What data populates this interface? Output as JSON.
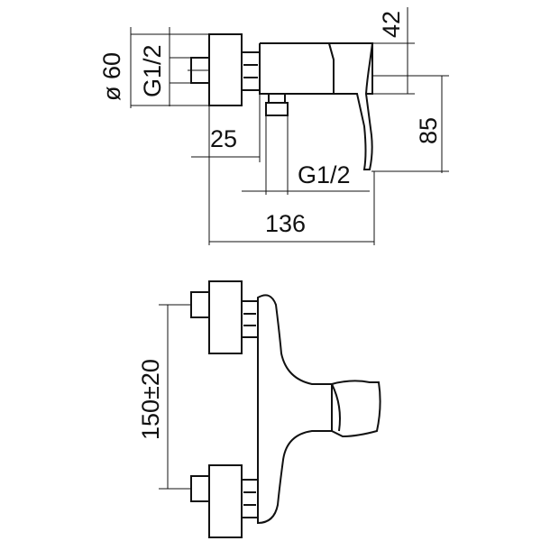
{
  "dimensions": {
    "diameter": "ø 60",
    "thread_top": "G1/2",
    "height_42": "42",
    "height_85": "85",
    "width_25": "25",
    "thread_outlet": "G1/2",
    "width_136": "136",
    "centers": "150±20"
  },
  "colors": {
    "line": "#111111",
    "background": "#ffffff"
  }
}
